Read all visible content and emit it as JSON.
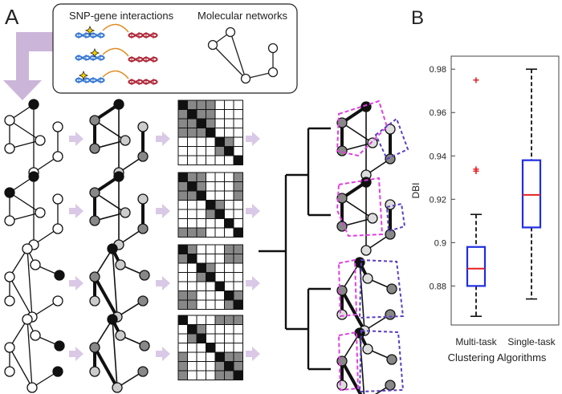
{
  "panel_a": {
    "label": "A",
    "box_title_snp": "SNP-gene interactions",
    "box_title_networks": "Molecular networks"
  },
  "panel_b": {
    "label": "B"
  },
  "colors": {
    "arrow_purple": "#cbb6d9",
    "magenta_outline": "#e040e0",
    "indigo_outline": "#5a3fbf",
    "box_blue": "#1f2ee0",
    "median_red": "#e62020",
    "outlier_red": "#e62020"
  },
  "chart_data": {
    "type": "box",
    "title": "",
    "xlabel": "Clustering Algorithms",
    "ylabel": "DBI",
    "ylim": [
      0.862,
      0.986
    ],
    "yticks": [
      "0.88",
      "0.9",
      "0.92",
      "0.94",
      "0.96",
      "0.98"
    ],
    "ytick_values": [
      0.88,
      0.9,
      0.92,
      0.94,
      0.96,
      0.98
    ],
    "categories": [
      "Multi-task",
      "Single-task"
    ],
    "boxes": [
      {
        "q1": 0.88,
        "median": 0.888,
        "q3": 0.898,
        "whisker_low": 0.866,
        "whisker_high": 0.913,
        "outliers": [
          0.933,
          0.934,
          0.975
        ]
      },
      {
        "q1": 0.907,
        "median": 0.922,
        "q3": 0.938,
        "whisker_low": 0.874,
        "whisker_high": 0.98,
        "outliers": []
      }
    ]
  }
}
